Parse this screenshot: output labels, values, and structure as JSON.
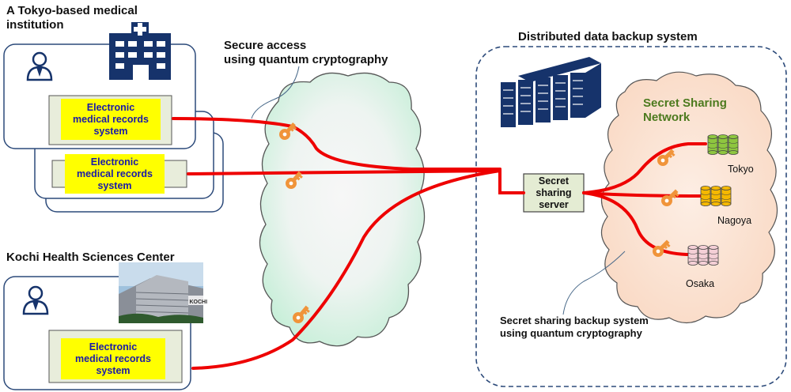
{
  "tokyo_institution": {
    "title": "A Tokyo-based medical institution",
    "system_1": [
      "Electronic",
      "medical records",
      "system"
    ],
    "system_2": [
      "Electronic",
      "medical records",
      "system"
    ]
  },
  "kochi": {
    "title": "Kochi Health Sciences Center",
    "system": [
      "Electronic",
      "medical records",
      "system"
    ],
    "photo_sign": "KOCHI"
  },
  "secure_access": [
    "Secure access",
    "using quantum cryptography"
  ],
  "backup_system": {
    "title": "Distributed data backup system",
    "network_title": [
      "Secret Sharing",
      "Network"
    ],
    "server": [
      "Secret",
      "sharing",
      "server"
    ],
    "nodes": [
      {
        "name": "Tokyo",
        "color": "#8ec63f"
      },
      {
        "name": "Nagoya",
        "color": "#f5b800"
      },
      {
        "name": "Osaka",
        "color": "#f4cfd6"
      }
    ],
    "caption": [
      "Secret sharing backup system",
      "using quantum cryptography"
    ]
  },
  "colors": {
    "link": "#ee0000",
    "key": "#f0943a",
    "navy": "#16336b",
    "cloud": "#e4f3ec",
    "network_cloud": "#fbe3d3",
    "network_title": "#4c7a1e",
    "server_fill": "#e4ecd3",
    "emr_fill": "#ffff00",
    "emr_text": "#1a1aa8"
  }
}
